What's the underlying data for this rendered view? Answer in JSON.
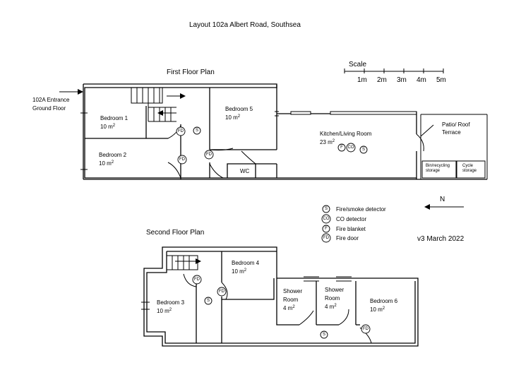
{
  "title": "Layout  102a Albert Road, Southsea",
  "scale": {
    "label": "Scale",
    "ticks": [
      "1m",
      "2m",
      "3m",
      "4m",
      "5m"
    ]
  },
  "version": "v3  March 2022",
  "north_label": "N",
  "first_floor": {
    "heading": "First Floor Plan",
    "entrance_line1": "102A Entrance",
    "entrance_line2": "Ground Floor",
    "rooms": {
      "bedroom1": {
        "name": "Bedroom 1",
        "area": "10 m",
        "sup": "2"
      },
      "bedroom2": {
        "name": "Bedroom 2",
        "area": "10 m",
        "sup": "2"
      },
      "bedroom5": {
        "name": "Bedroom 5",
        "area": "10 m",
        "sup": "2"
      },
      "wc": {
        "name": "WC"
      },
      "kitchen": {
        "name": "Kitchen/Living Room",
        "area": "23 m",
        "sup": "2"
      },
      "patio_line1": "Patio/ Roof",
      "patio_line2": "Terrace",
      "bin_line1": "Bin/recycling",
      "bin_line2": "storage",
      "cycle_line1": "Cycle",
      "cycle_line2": "storage"
    }
  },
  "second_floor": {
    "heading": "Second Floor Plan",
    "rooms": {
      "bedroom3": {
        "name": "Bedroom 3",
        "area": "10 m",
        "sup": "2"
      },
      "bedroom4": {
        "name": "Bedroom 4",
        "area": "10 m",
        "sup": "2"
      },
      "shower1": {
        "line1": "Shower",
        "line2": "Room",
        "area": "4 m",
        "sup": "2"
      },
      "shower2": {
        "line1": "Shower",
        "line2": "Room",
        "area": "4 m",
        "sup": "2"
      },
      "bedroom6": {
        "name": "Bedroom 6",
        "area": "10 m",
        "sup": "2"
      }
    }
  },
  "symbols": {
    "smoke": "S",
    "co": "CO",
    "blanket": "F",
    "firedoor": "FD"
  },
  "legend": [
    {
      "symbol": "S",
      "label": "Fire/smoke detector"
    },
    {
      "symbol": "CO",
      "label": "CO detector"
    },
    {
      "symbol": "F",
      "label": "Fire blanket"
    },
    {
      "symbol": "FD",
      "label": "Fire door"
    }
  ]
}
